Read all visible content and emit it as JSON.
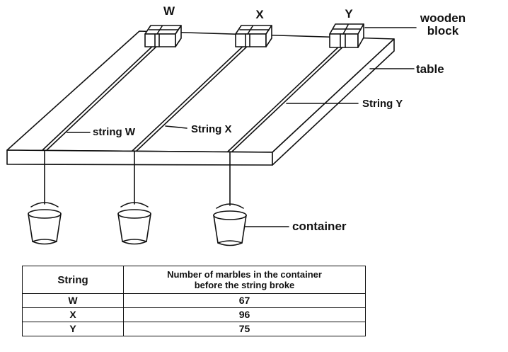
{
  "labels": {
    "block_w": "W",
    "block_x": "X",
    "block_y": "Y",
    "wooden_block": "wooden\nblock",
    "table": "table",
    "string_w": "string W",
    "string_x": "String X",
    "string_y": "String Y",
    "container": "container"
  },
  "table": {
    "headers": [
      "String",
      "Number of marbles in the container\nbefore the string broke"
    ],
    "rows": [
      [
        "W",
        "67"
      ],
      [
        "X",
        "96"
      ],
      [
        "Y",
        "75"
      ]
    ]
  }
}
